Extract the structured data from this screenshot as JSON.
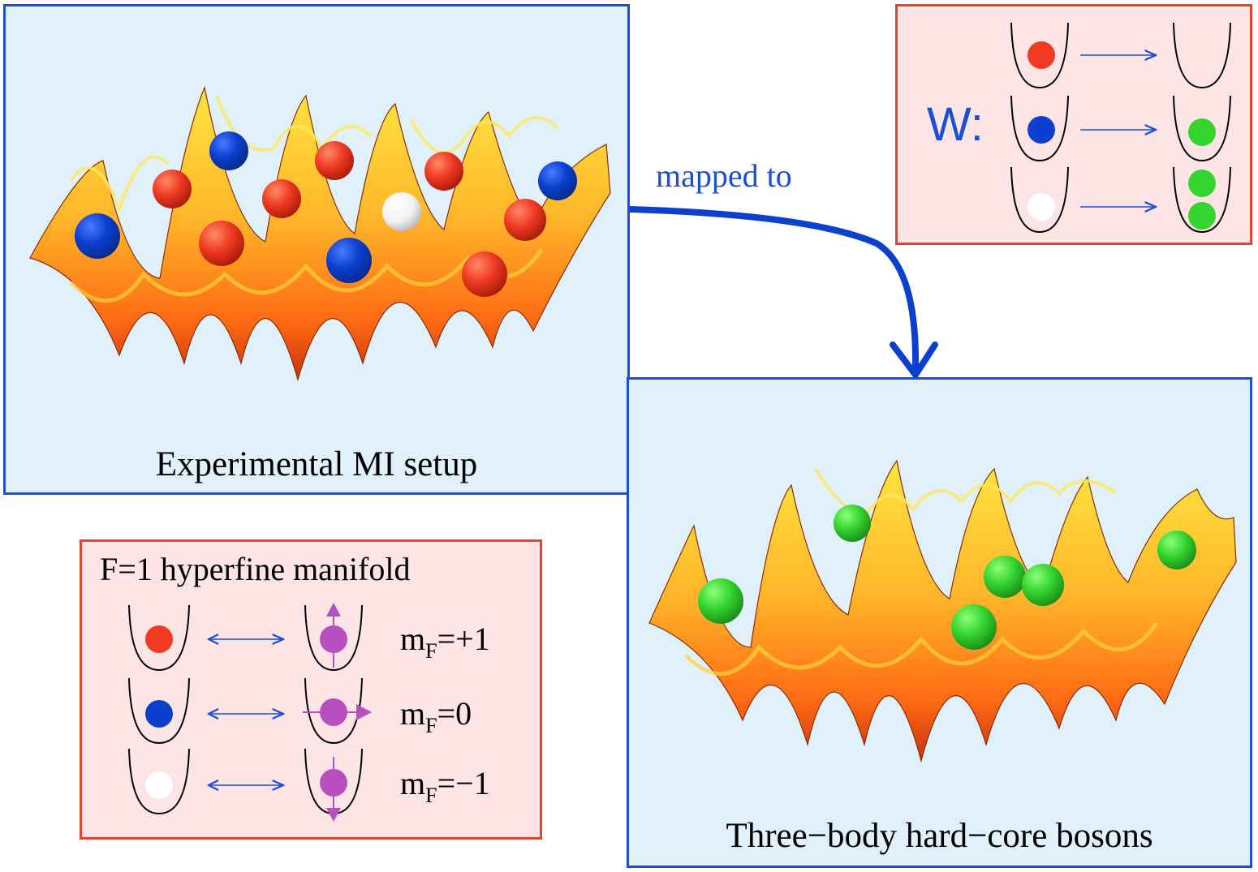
{
  "panels": {
    "experimental": {
      "caption": "Experimental MI setup"
    },
    "three_body": {
      "caption": "Three−body hard−core bosons"
    },
    "w_map": {
      "label": "W:"
    },
    "hyperfine": {
      "title": "F=1 hyperfine manifold",
      "states": [
        {
          "main": "m",
          "sub": "F",
          "value": "=+1"
        },
        {
          "main": "m",
          "sub": "F",
          "value": "=0"
        },
        {
          "main": "m",
          "sub": "F",
          "value": "=−1"
        }
      ]
    }
  },
  "arrow": {
    "label": "mapped to"
  },
  "colors": {
    "red_atom": "#f03a22",
    "blue_atom": "#0a3fd0",
    "white_atom": "#ffffff",
    "green_atom": "#34d52f",
    "magenta_spin": "#b84fc0",
    "panel_blue": "#e1f1fb",
    "panel_pink": "#fde5e6",
    "accent_blue": "#1a4fd6",
    "accent_red": "#e0452f"
  }
}
